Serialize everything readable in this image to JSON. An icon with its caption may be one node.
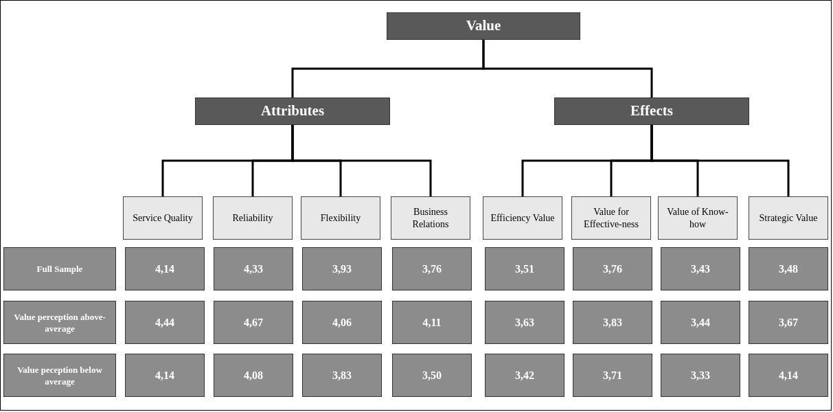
{
  "diagram": {
    "nodes": [
      {
        "text": [
          "Value"
        ]
      },
      {
        "text": [
          "Attributes"
        ]
      },
      {
        "text": [
          "Effects"
        ]
      },
      {
        "text": [
          "Service Quality"
        ]
      },
      {
        "text": [
          "Reliability"
        ]
      },
      {
        "text": [
          "Flexibility"
        ]
      },
      {
        "text": [
          "Business Relations"
        ]
      },
      {
        "text": [
          "Efficiency Value"
        ]
      },
      {
        "text": [
          "Value for Effective-ness"
        ]
      },
      {
        "text": [
          "Value of Know-how"
        ]
      },
      {
        "text": [
          "Strategic Value"
        ]
      },
      {
        "text": [
          "Full Sample"
        ]
      },
      {
        "text": [
          "4,14"
        ]
      },
      {
        "text": [
          "4,33"
        ]
      },
      {
        "text": [
          "3,93"
        ]
      },
      {
        "text": [
          "3,76"
        ]
      },
      {
        "text": [
          "3,51"
        ]
      },
      {
        "text": [
          "3,76"
        ]
      },
      {
        "text": [
          "3,43"
        ]
      },
      {
        "text": [
          "3,48"
        ]
      },
      {
        "text": [
          "Value perception above-average"
        ]
      },
      {
        "text": [
          "4,44"
        ]
      },
      {
        "text": [
          "4,67"
        ]
      },
      {
        "text": [
          "4,06"
        ]
      },
      {
        "text": [
          "4,11"
        ]
      },
      {
        "text": [
          "3,63"
        ]
      },
      {
        "text": [
          "3,83"
        ]
      },
      {
        "text": [
          "3,44"
        ]
      },
      {
        "text": [
          "3,67"
        ]
      },
      {
        "text": [
          "Value peception below average"
        ]
      },
      {
        "text": [
          "4,14"
        ]
      },
      {
        "text": [
          "4,08"
        ]
      },
      {
        "text": [
          "3,83"
        ]
      },
      {
        "text": [
          "3,50"
        ]
      },
      {
        "text": [
          "3,42"
        ]
      },
      {
        "text": [
          "3,71"
        ]
      },
      {
        "text": [
          "3,33"
        ]
      },
      {
        "text": [
          "4,14"
        ]
      }
    ],
    "edges": [
      {
        "from": 0,
        "to": 1,
        "arrow": "none"
      },
      {
        "from": 0,
        "to": 2,
        "arrow": "none"
      },
      {
        "from": 1,
        "to": 3,
        "arrow": "none"
      },
      {
        "from": 1,
        "to": 4,
        "arrow": "none"
      },
      {
        "from": 1,
        "to": 5,
        "arrow": "none"
      },
      {
        "from": 1,
        "to": 6,
        "arrow": "none"
      },
      {
        "from": 2,
        "to": 7,
        "arrow": "none"
      },
      {
        "from": 2,
        "to": 8,
        "arrow": "none"
      },
      {
        "from": 2,
        "to": 9,
        "arrow": "none"
      },
      {
        "from": 2,
        "to": 10,
        "arrow": "none"
      }
    ]
  }
}
